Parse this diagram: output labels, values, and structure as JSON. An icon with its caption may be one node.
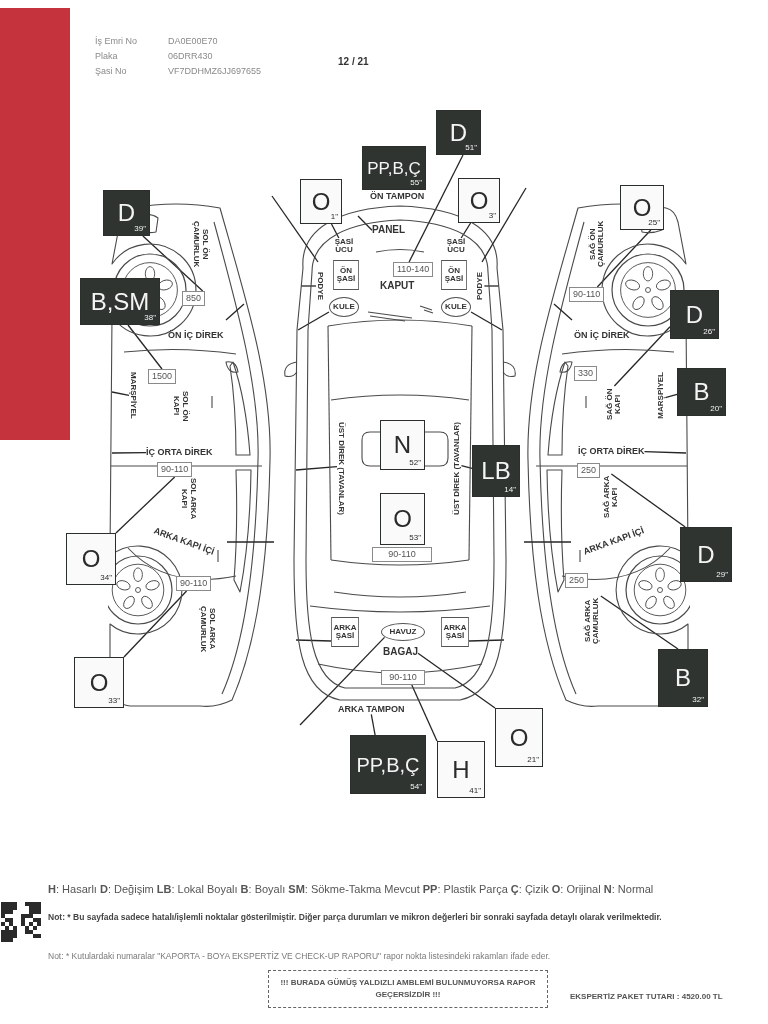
{
  "diagram": {
    "nodes": [
      {
        "text": [],
        "shape": "picture"
      },
      {
        "text": [
          "D",
          "39\""
        ]
      },
      {
        "text": [
          "850"
        ],
        "in": 0
      },
      {
        "text": [
          "B,SM",
          "38\""
        ]
      },
      {
        "text": [
          "1500"
        ],
        "in": 0
      },
      {
        "text": [
          "MARŞPİYEL"
        ],
        "in": 0
      },
      {
        "text": [
          "İÇ ORTA DİREK"
        ],
        "in": 0
      },
      {
        "text": [
          "90-110"
        ],
        "in": 0
      },
      {
        "text": [
          "O",
          "34\""
        ]
      },
      {
        "text": [
          "90-110"
        ],
        "in": 0
      },
      {
        "text": [
          "O",
          "33\""
        ]
      },
      {
        "text": [],
        "shape": "picture"
      },
      {
        "text": [
          "PP,B,Ç",
          "55\""
        ],
        "beside": [
          "ÖN TAMPON"
        ]
      },
      {
        "text": [
          "D",
          "51\""
        ]
      },
      {
        "text": [
          "O",
          "1\""
        ]
      },
      {
        "text": [
          "O",
          "3\""
        ]
      },
      {
        "text": [
          "PANEL"
        ],
        "in": 11
      },
      {
        "text": [
          "ŞASİ UCU"
        ],
        "in": 11
      },
      {
        "text": [
          "ŞASİ UCU"
        ],
        "in": 11
      },
      {
        "text": [
          "110-140"
        ],
        "in": 11
      },
      {
        "text": [
          "ÖN ŞASİ"
        ],
        "in": 11
      },
      {
        "text": [
          "ÖN ŞASİ"
        ],
        "in": 11
      },
      {
        "text": [
          "PODYE"
        ],
        "in": 11
      },
      {
        "text": [
          "PODYE"
        ],
        "in": 11
      },
      {
        "text": [
          "KULE"
        ],
        "in": 11
      },
      {
        "text": [
          "KULE"
        ],
        "in": 11
      },
      {
        "text": [
          "ÜST DİREK (TAVANLAR)"
        ],
        "in": 11
      },
      {
        "text": [
          "N",
          "52\""
        ],
        "in": 11
      },
      {
        "text": [
          "ÜST DİREK (TAVANLAR)"
        ],
        "in": 11
      },
      {
        "text": [
          "LB",
          "14\""
        ],
        "in": 11
      },
      {
        "text": [
          "O",
          "53\""
        ],
        "in": 11
      },
      {
        "text": [
          "90-110"
        ],
        "in": 11
      },
      {
        "text": [
          "ARKA ŞASİ"
        ],
        "in": 11
      },
      {
        "text": [
          "ARKA ŞASİ"
        ],
        "in": 11
      },
      {
        "text": [
          "HAVUZ"
        ],
        "in": 11
      },
      {
        "text": [
          "BAGAJ"
        ],
        "in": 11
      },
      {
        "text": [
          "90-110"
        ],
        "in": 11
      },
      {
        "text": [
          "ARKA TAMPON"
        ]
      },
      {
        "text": [
          "PP,B,Ç",
          "54\""
        ]
      },
      {
        "text": [
          "H",
          "41\""
        ]
      },
      {
        "text": [
          "O",
          "21\""
        ]
      },
      {
        "text": [],
        "shape": "picture"
      },
      {
        "text": [
          "O",
          "25\""
        ]
      },
      {
        "text": [
          "90-110"
        ],
        "in": 41
      },
      {
        "text": [
          "D",
          "26\""
        ]
      },
      {
        "text": [
          "330"
        ],
        "in": 41
      },
      {
        "text": [
          "SAĞ ÖN KAPI"
        ],
        "in": 41
      },
      {
        "text": [
          "MARŞPİYEL"
        ],
        "in": 41
      },
      {
        "text": [
          "B",
          "20\""
        ]
      },
      {
        "text": [
          "İÇ ORTA DİREK"
        ],
        "in": 41
      },
      {
        "text": [
          "250"
        ],
        "in": 41
      },
      {
        "text": [
          "SAĞ ARKA KAPI"
        ],
        "in": 41
      },
      {
        "text": [
          "D",
          "29\""
        ]
      },
      {
        "text": [
          "250"
        ],
        "in": 41
      },
      {
        "text": [
          "SAĞ ARKA ÇAMURLUK"
        ],
        "in": 41
      },
      {
        "text": [
          "B",
          "32\""
        ]
      },
      {
        "text": [
          "!!! BURADA GÜMÜŞ YALDIZLI AMBLEMİ BULUNMUYORSA RAPOR GEÇERSİZDİR !!!"
        ]
      }
    ],
    "edges": [
      {
        "from": 1,
        "to": 2,
        "arrow": "none"
      },
      {
        "from": 3,
        "to": 4,
        "arrow": "none"
      },
      {
        "from": 0,
        "to": 5,
        "arrow": "none"
      },
      {
        "from": 0,
        "to": 6,
        "arrow": "none"
      },
      {
        "from": 8,
        "to": 7,
        "arrow": "none"
      },
      {
        "from": 10,
        "to": 9,
        "arrow": "none"
      },
      {
        "from": 13,
        "to": 19,
        "arrow": "none"
      },
      {
        "from": 14,
        "to": 17,
        "arrow": "none"
      },
      {
        "from": 15,
        "to": 18,
        "arrow": "none"
      },
      {
        "from": 11,
        "to": 16,
        "arrow": "none"
      },
      {
        "from": 11,
        "to": 22,
        "arrow": "none"
      },
      {
        "from": 11,
        "to": 23,
        "arrow": "none"
      },
      {
        "from": 11,
        "to": 24,
        "arrow": "none"
      },
      {
        "from": 11,
        "to": 25,
        "arrow": "none"
      },
      {
        "from": 11,
        "to": 26,
        "arrow": "none"
      },
      {
        "from": 29,
        "to": 28,
        "arrow": "none"
      },
      {
        "from": 11,
        "to": 32,
        "arrow": "none"
      },
      {
        "from": 11,
        "to": 33,
        "arrow": "none"
      },
      {
        "from": null,
        "to": 34,
        "arrow": "none"
      },
      {
        "from": 38,
        "to": 37,
        "arrow": "none"
      },
      {
        "from": 39,
        "to": 36,
        "arrow": "none"
      },
      {
        "from": 40,
        "to": 35,
        "arrow": "none"
      },
      {
        "from": 42,
        "to": 43,
        "arrow": "none"
      },
      {
        "from": 44,
        "to": 46,
        "arrow": "none"
      },
      {
        "from": 48,
        "to": 47,
        "arrow": "none"
      },
      {
        "from": 41,
        "to": 49,
        "arrow": "none"
      },
      {
        "from": 52,
        "to": 51,
        "arrow": "none"
      },
      {
        "from": 55,
        "to": 54,
        "arrow": "none"
      }
    ],
    "labels": [
      "İş Emri No",
      "DA0E00E70",
      "Plaka",
      "06DRR430",
      "12 / 21",
      "Şasi No",
      "VF7DDHMZ6JJ697655",
      "SOL ÖN ÇAMURLUK",
      "ÖN İÇ DİREK",
      "SOL ÖN KAPI",
      "SOL ARKA KAPI",
      "ARKA KAPI İÇİ",
      "SOL ARKA ÇAMURLUK",
      "KAPUT",
      "SAĞ ÖN ÇAMURLUK",
      "ÖN İÇ DİREK",
      "ARKA KAPI İÇİ",
      "**H**: Hasarlı **D**: Değişim **LB**: Lokal Boyalı **B**: Boyalı **SM**: Sökme-Takma Mevcut **PP**: Plastik Parça **Ç**: Çizik **O**: Orijinal **N**: Normal",
      "Not: * Bu sayfada sadece hatalı/işlemli noktalar gösterilmiştir. Diğer parça durumları ve mikron değerleri bir sonraki sayfada detaylı olarak verilmektedir.",
      "Not: * Kutulardaki numaralar \"KAPORTA - BOYA EKSPERTİZ VE CHECK-UP RAPORU\" rapor nokta listesindeki rakamları ifade eder.",
      "EKSPERTİZ PAKET TUTARI : 4520.00 TL"
    ]
  }
}
